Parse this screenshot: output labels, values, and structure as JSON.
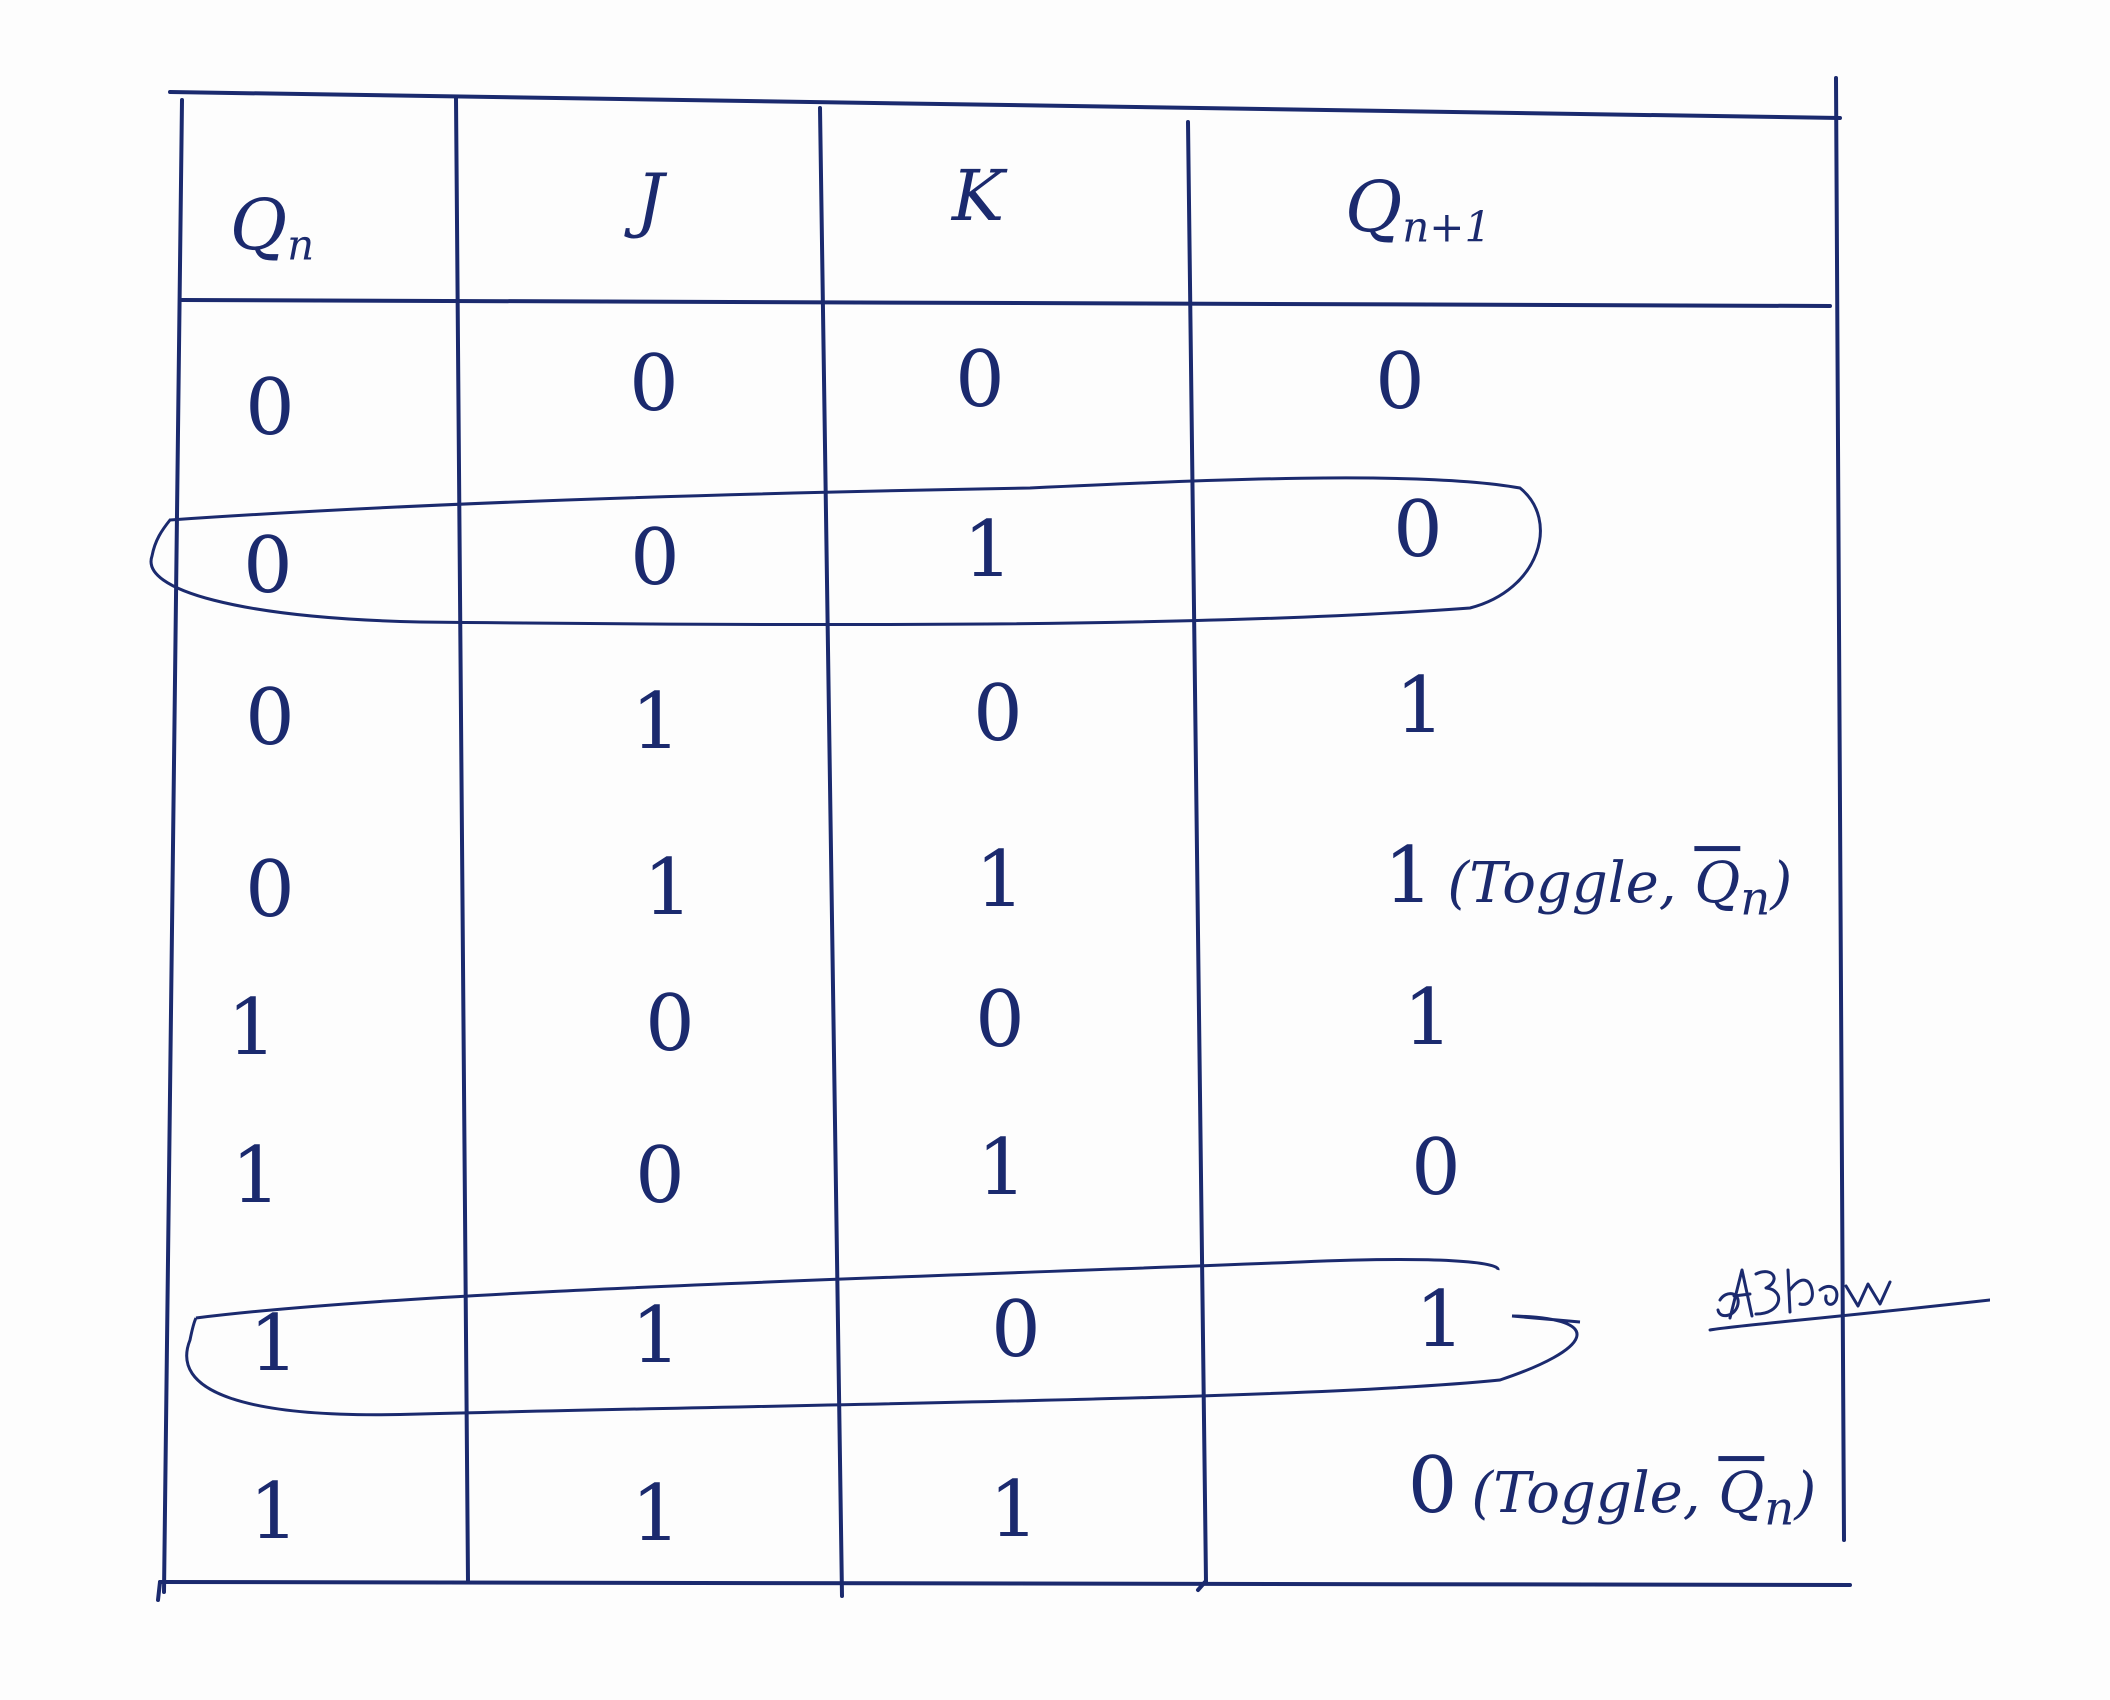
{
  "table": {
    "headers": {
      "qn_main": "Q",
      "qn_sub": "n",
      "j": "J",
      "k": "K",
      "qn1_main": "Q",
      "qn1_sub": "n+1"
    },
    "rows": [
      {
        "qn": "0",
        "j": "0",
        "k": "0",
        "qn1": "0",
        "note": null,
        "circled": false
      },
      {
        "qn": "0",
        "j": "0",
        "k": "1",
        "qn1": "0",
        "note": null,
        "circled": true
      },
      {
        "qn": "0",
        "j": "1",
        "k": "0",
        "qn1": "1",
        "note": null,
        "circled": false
      },
      {
        "qn": "0",
        "j": "1",
        "k": "1",
        "qn1": "1",
        "note": "(Toggle,",
        "note_q": "Q",
        "note_q_sub": "n",
        "note_close": ")",
        "circled": false
      },
      {
        "qn": "1",
        "j": "0",
        "k": "0",
        "qn1": "1",
        "note": null,
        "circled": false
      },
      {
        "qn": "1",
        "j": "0",
        "k": "1",
        "qn1": "0",
        "note": null,
        "circled": false
      },
      {
        "qn": "1",
        "j": "1",
        "k": "0",
        "qn1": "1",
        "note": null,
        "circled": true
      },
      {
        "qn": "1",
        "j": "1",
        "k": "1",
        "qn1": "0",
        "note": "(Toggle,",
        "note_q": "Q",
        "note_q_sub": "n",
        "note_close": ")",
        "circled": false
      }
    ]
  },
  "colors": {
    "ink": "#1b2a6e",
    "paper": "#fdfdfd"
  }
}
